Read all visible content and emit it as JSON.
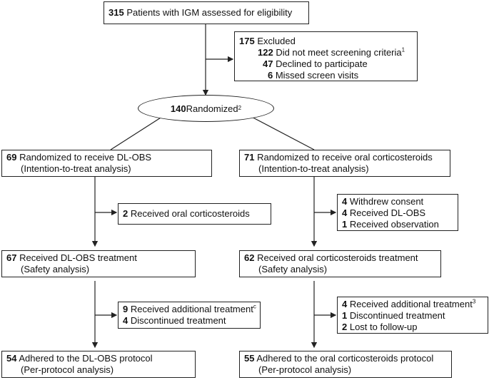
{
  "assessed": {
    "n": "315",
    "text": " Patients with IGM assessed for eligibility"
  },
  "excluded": {
    "n": "175",
    "text": " Excluded",
    "items": [
      {
        "n": "122",
        "text": " Did not meet screening criteria",
        "sup": "1"
      },
      {
        "n": "47",
        "text": " Declined to participate",
        "sup": ""
      },
      {
        "n": "6",
        "text": " Missed screen visits",
        "sup": ""
      }
    ]
  },
  "randomized": {
    "n": "140",
    "text": " Randomized",
    "sup": "2"
  },
  "left": {
    "alloc": {
      "n": "69",
      "line1": " Randomized to receive DL-OBS",
      "line2": "(Intention-to-treat analysis)"
    },
    "side1": [
      {
        "n": "2",
        "text": " Received oral corticosteroids",
        "sup": ""
      }
    ],
    "safety": {
      "n": "67",
      "line1": " Received DL-OBS treatment",
      "line2": "(Safety analysis)"
    },
    "side2": [
      {
        "n": "9",
        "text": " Received additional treatment",
        "sup": "c"
      },
      {
        "n": "4",
        "text": " Discontinued treatment",
        "sup": ""
      }
    ],
    "final": {
      "n": "54",
      "line1": " Adhered to the DL-OBS protocol",
      "line2": "(Per-protocol analysis)"
    }
  },
  "right": {
    "alloc": {
      "n": "71",
      "line1": " Randomized to receive oral corticosteroids",
      "line2": "(Intention-to-treat analysis)"
    },
    "side1": [
      {
        "n": "4",
        "text": " Withdrew consent",
        "sup": ""
      },
      {
        "n": "4",
        "text": " Received DL-OBS",
        "sup": ""
      },
      {
        "n": "1",
        "text": " Received observation",
        "sup": ""
      }
    ],
    "safety": {
      "n": "62",
      "line1": " Received oral corticosteroids treatment",
      "line2": "(Safety analysis)"
    },
    "side2": [
      {
        "n": "4",
        "text": " Received additional treatment",
        "sup": "3"
      },
      {
        "n": "1",
        "text": " Discontinued treatment",
        "sup": ""
      },
      {
        "n": "2",
        "text": " Lost to follow-up",
        "sup": ""
      }
    ],
    "final": {
      "n": "55",
      "line1": " Adhered to the oral corticosteroids protocol",
      "line2": "(Per-protocol analysis)"
    }
  }
}
